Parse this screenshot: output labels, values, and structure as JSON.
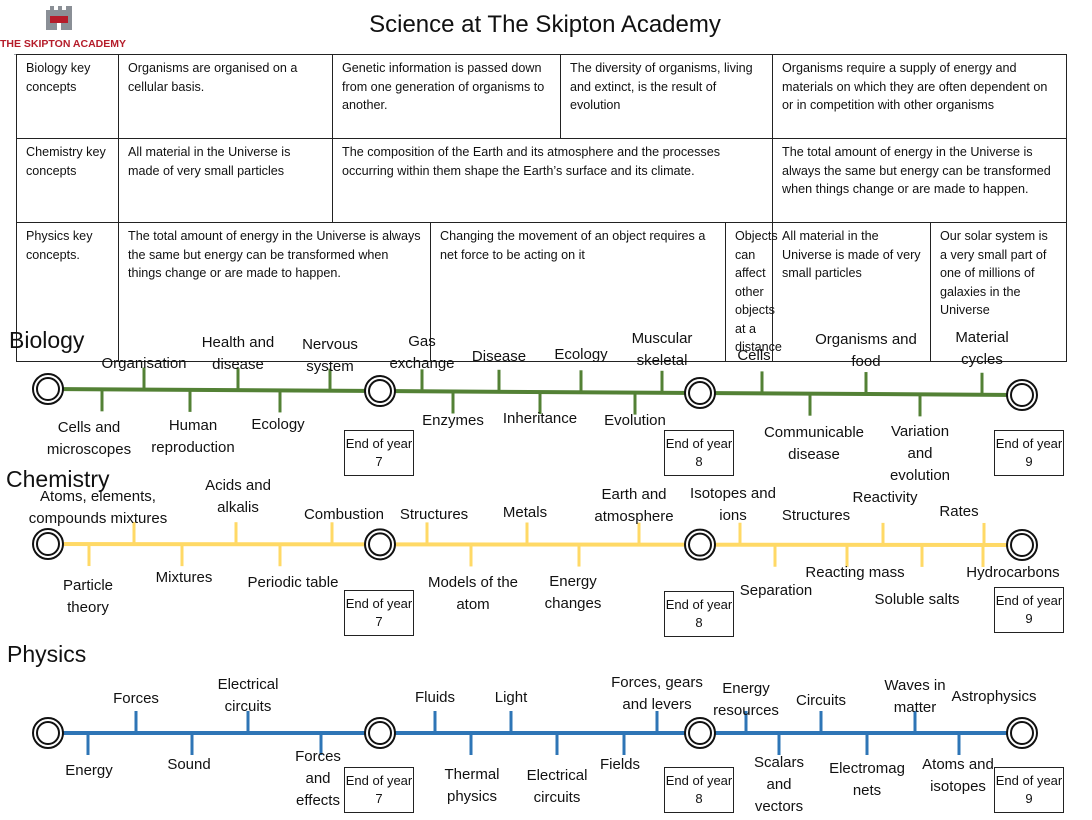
{
  "header": {
    "school_name": "THE SKIPTON ACADEMY",
    "title": "Science at The Skipton Academy"
  },
  "key_concepts": {
    "biology": {
      "label": "Biology key concepts",
      "cells": [
        "Organisms are organised on a cellular basis.",
        "Genetic information is passed down from one generation of organisms to another.",
        "The diversity of organisms, living and extinct, is the result of evolution",
        "Organisms require a supply of energy and materials on which they are often dependent on or in competition with other organisms"
      ]
    },
    "chemistry": {
      "label": "Chemistry key concepts",
      "cells": [
        "All material in the Universe is made of very small particles",
        "The composition of the Earth and its atmosphere and the processes occurring within them shape the Earth’s surface and its climate.",
        "The total amount of energy in the Universe is always the same but energy can be transformed when things change or are made to happen."
      ]
    },
    "physics": {
      "label": "Physics key concepts.",
      "cells": [
        "The total amount of energy in the Universe is always the same but energy can be transformed when things change or are made to happen.",
        "Changing the movement of an object requires a net force to be acting on it",
        "Objects can affect other objects at a distance",
        "All material in the Universe is made of very small particles",
        "Our solar system is a very small part of one of millions of galaxies in the Universe"
      ]
    }
  },
  "timelines": {
    "colors": {
      "biology": "#538135",
      "chemistry": "#ffd966",
      "physics": "#2e75b6"
    },
    "end_labels": {
      "y7": "End of year 7",
      "y8": "End of year 8",
      "y9": "End of year 9"
    },
    "biology": {
      "title": "Biology",
      "topics": [
        "Organisation",
        "Health and disease",
        "Nervous system",
        "Gas exchange",
        "Disease",
        "Ecology",
        "Muscular skeletal",
        "Cells",
        "Organisms and food",
        "Material cycles",
        "Cells and microscopes",
        "Human reproduction",
        "Ecology",
        "Enzymes",
        "Inheritance",
        "Evolution",
        "Communicable disease",
        "Variation and evolution"
      ]
    },
    "chemistry": {
      "title": "Chemistry",
      "topics": [
        "Atoms, elements, compounds mixtures",
        "Acids and alkalis",
        "Combustion",
        "Structures",
        "Metals",
        "Earth and atmosphere",
        "Isotopes and ions",
        "Structures",
        "Reactivity",
        "Rates",
        "Particle theory",
        "Mixtures",
        "Periodic table",
        "Models of the atom",
        "Energy changes",
        "Separation",
        "Reacting mass",
        "Soluble salts",
        "Hydrocarbons"
      ]
    },
    "physics": {
      "title": "Physics",
      "topics": [
        "Forces",
        "Electrical circuits",
        "Fluids",
        "Light",
        "Forces, gears and levers",
        "Energy resources",
        "Circuits",
        "Waves in matter",
        "Astrophysics",
        "Energy",
        "Sound",
        "Forces and effects",
        "Thermal physics",
        "Electrical circuits",
        "Fields",
        "Scalars and vectors",
        "Electromagnets",
        "Atoms and isotopes"
      ]
    }
  }
}
